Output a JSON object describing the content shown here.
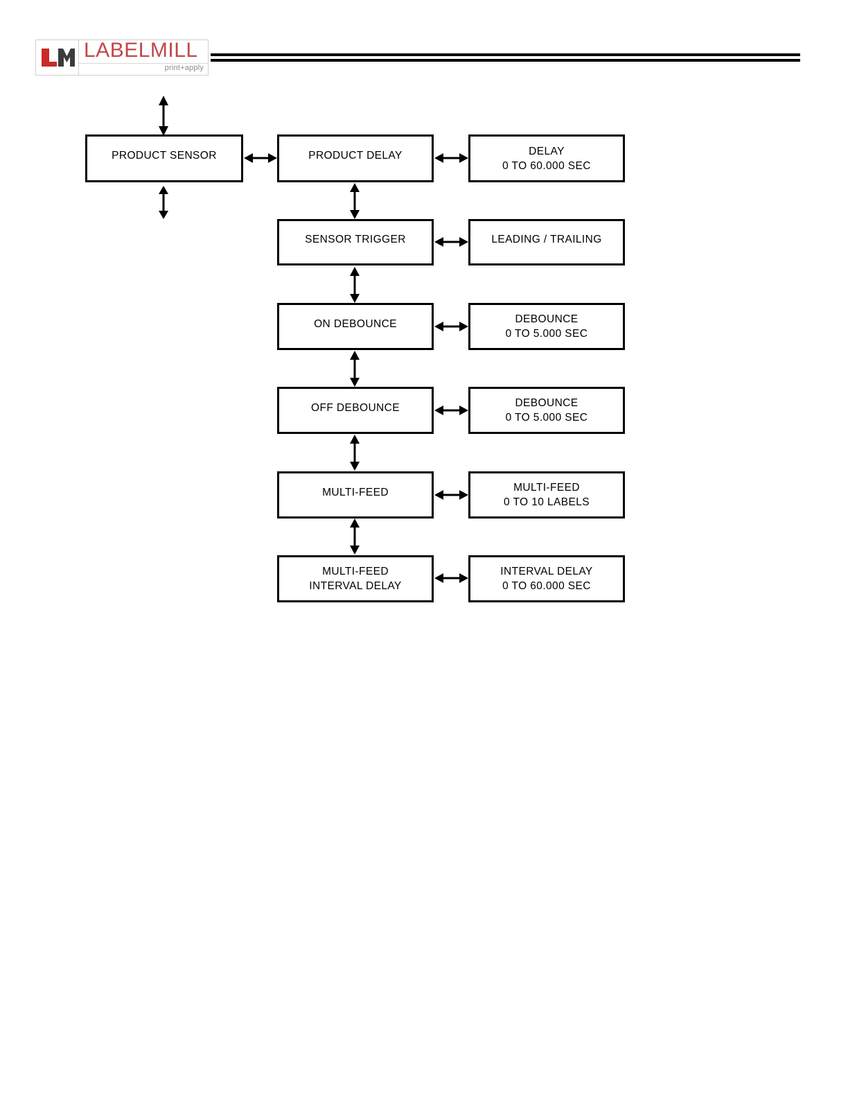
{
  "header": {
    "logo": {
      "mark_text": "LM",
      "wordmark": "LABELMILL",
      "tagline": "print+apply",
      "mark_red": "#c82b28",
      "mark_dark": "#3b3b3b",
      "wordmark_color": "#c0474b",
      "tagline_color": "#8a8a8a"
    }
  },
  "diagram": {
    "type": "flowchart",
    "orientation": "vertical-menu-tree",
    "nodes": [
      {
        "id": "product-sensor",
        "column": "left",
        "lines": [
          "PRODUCT SENSOR"
        ]
      },
      {
        "id": "product-delay",
        "column": "middle",
        "lines": [
          "PRODUCT DELAY"
        ]
      },
      {
        "id": "delay-range",
        "column": "right",
        "lines": [
          "DELAY",
          "0 TO 60.000 SEC"
        ]
      },
      {
        "id": "sensor-trigger",
        "column": "middle",
        "lines": [
          "SENSOR TRIGGER"
        ]
      },
      {
        "id": "trigger-options",
        "column": "right",
        "lines": [
          "LEADING / TRAILING"
        ]
      },
      {
        "id": "on-debounce",
        "column": "middle",
        "lines": [
          "ON DEBOUNCE"
        ]
      },
      {
        "id": "on-debounce-range",
        "column": "right",
        "lines": [
          "DEBOUNCE",
          "0 TO 5.000 SEC"
        ]
      },
      {
        "id": "off-debounce",
        "column": "middle",
        "lines": [
          "OFF DEBOUNCE"
        ]
      },
      {
        "id": "off-debounce-range",
        "column": "right",
        "lines": [
          "DEBOUNCE",
          "0 TO 5.000 SEC"
        ]
      },
      {
        "id": "multi-feed",
        "column": "middle",
        "lines": [
          "MULTI-FEED"
        ]
      },
      {
        "id": "multi-feed-range",
        "column": "right",
        "lines": [
          "MULTI-FEED",
          "0 TO 10 LABELS"
        ]
      },
      {
        "id": "multi-feed-interval",
        "column": "middle",
        "lines": [
          "MULTI-FEED",
          "INTERVAL DELAY"
        ]
      },
      {
        "id": "interval-delay-range",
        "column": "right",
        "lines": [
          "INTERVAL DELAY",
          "0 TO 60.000 SEC"
        ]
      }
    ],
    "connectors": [
      {
        "id": "above-product-sensor",
        "direction": "vertical",
        "style": "double-headed"
      },
      {
        "id": "below-product-sensor",
        "direction": "vertical",
        "style": "double-headed"
      },
      {
        "id": "product-sensor-to-product-delay",
        "direction": "horizontal",
        "style": "double-headed"
      },
      {
        "id": "product-delay-to-delay-range",
        "direction": "horizontal",
        "style": "double-headed"
      },
      {
        "id": "product-delay-to-sensor-trigger",
        "direction": "vertical",
        "style": "double-headed"
      },
      {
        "id": "sensor-trigger-to-trigger-options",
        "direction": "horizontal",
        "style": "double-headed"
      },
      {
        "id": "sensor-trigger-to-on-debounce",
        "direction": "vertical",
        "style": "double-headed"
      },
      {
        "id": "on-debounce-to-on-debounce-range",
        "direction": "horizontal",
        "style": "double-headed"
      },
      {
        "id": "on-debounce-to-off-debounce",
        "direction": "vertical",
        "style": "double-headed"
      },
      {
        "id": "off-debounce-to-off-debounce-range",
        "direction": "horizontal",
        "style": "double-headed"
      },
      {
        "id": "off-debounce-to-multi-feed",
        "direction": "vertical",
        "style": "double-headed"
      },
      {
        "id": "multi-feed-to-multi-feed-range",
        "direction": "horizontal",
        "style": "double-headed"
      },
      {
        "id": "multi-feed-to-multi-feed-interval",
        "direction": "vertical",
        "style": "double-headed"
      },
      {
        "id": "interval-to-interval-range",
        "direction": "horizontal",
        "style": "double-headed"
      }
    ]
  }
}
